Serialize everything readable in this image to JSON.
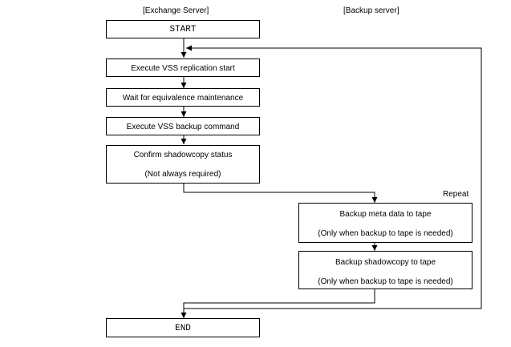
{
  "columns": {
    "left": "[Exchange Server]",
    "right": "[Backup server]"
  },
  "repeat_label": "Repeat",
  "steps": {
    "start": "START",
    "vss_replication_start": "Execute VSS replication start",
    "wait_equivalence": "Wait for equivalence maintenance",
    "vss_backup_command": "Execute VSS backup command",
    "confirm_shadowcopy": {
      "line1": "Confirm shadowcopy status",
      "line2": "(Not always required)"
    },
    "backup_meta": {
      "line1": "Backup meta data to tape",
      "line2": "(Only when backup to tape is needed)"
    },
    "backup_shadowcopy": {
      "line1": "Backup shadowcopy to tape",
      "line2": "(Only when backup to tape is needed)"
    },
    "end": "END"
  },
  "colors": {
    "line": "#000000",
    "background": "#ffffff"
  }
}
